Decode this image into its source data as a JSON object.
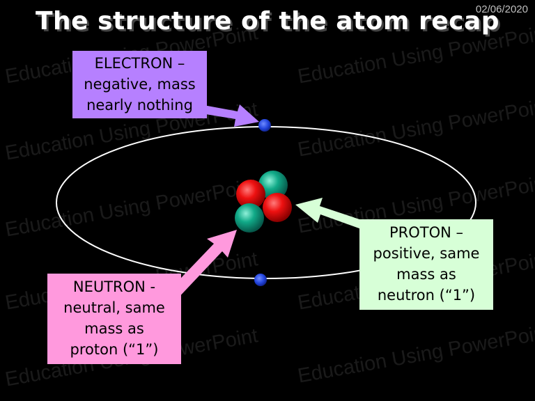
{
  "slide": {
    "title": "The structure of the atom recap",
    "date": "02/06/2020",
    "watermark": "Education Using PowerPoint"
  },
  "labels": {
    "electron": "ELECTRON –\nnegative, mass\nnearly nothing",
    "proton": "PROTON –\npositive, same\nmass as\nneutron (“1”)",
    "neutron": "NEUTRON -\nneutral, same\nmass as\nproton (“1”)"
  },
  "colors": {
    "background": "#000000",
    "title_text": "#ffffff",
    "electron_box": "#b680ff",
    "proton_box": "#d7ffd7",
    "neutron_box": "#ff99dd",
    "electron": "#2244dd",
    "proton": "#ee1111",
    "neutron": "#11aa88",
    "orbit": "#ffffff"
  }
}
